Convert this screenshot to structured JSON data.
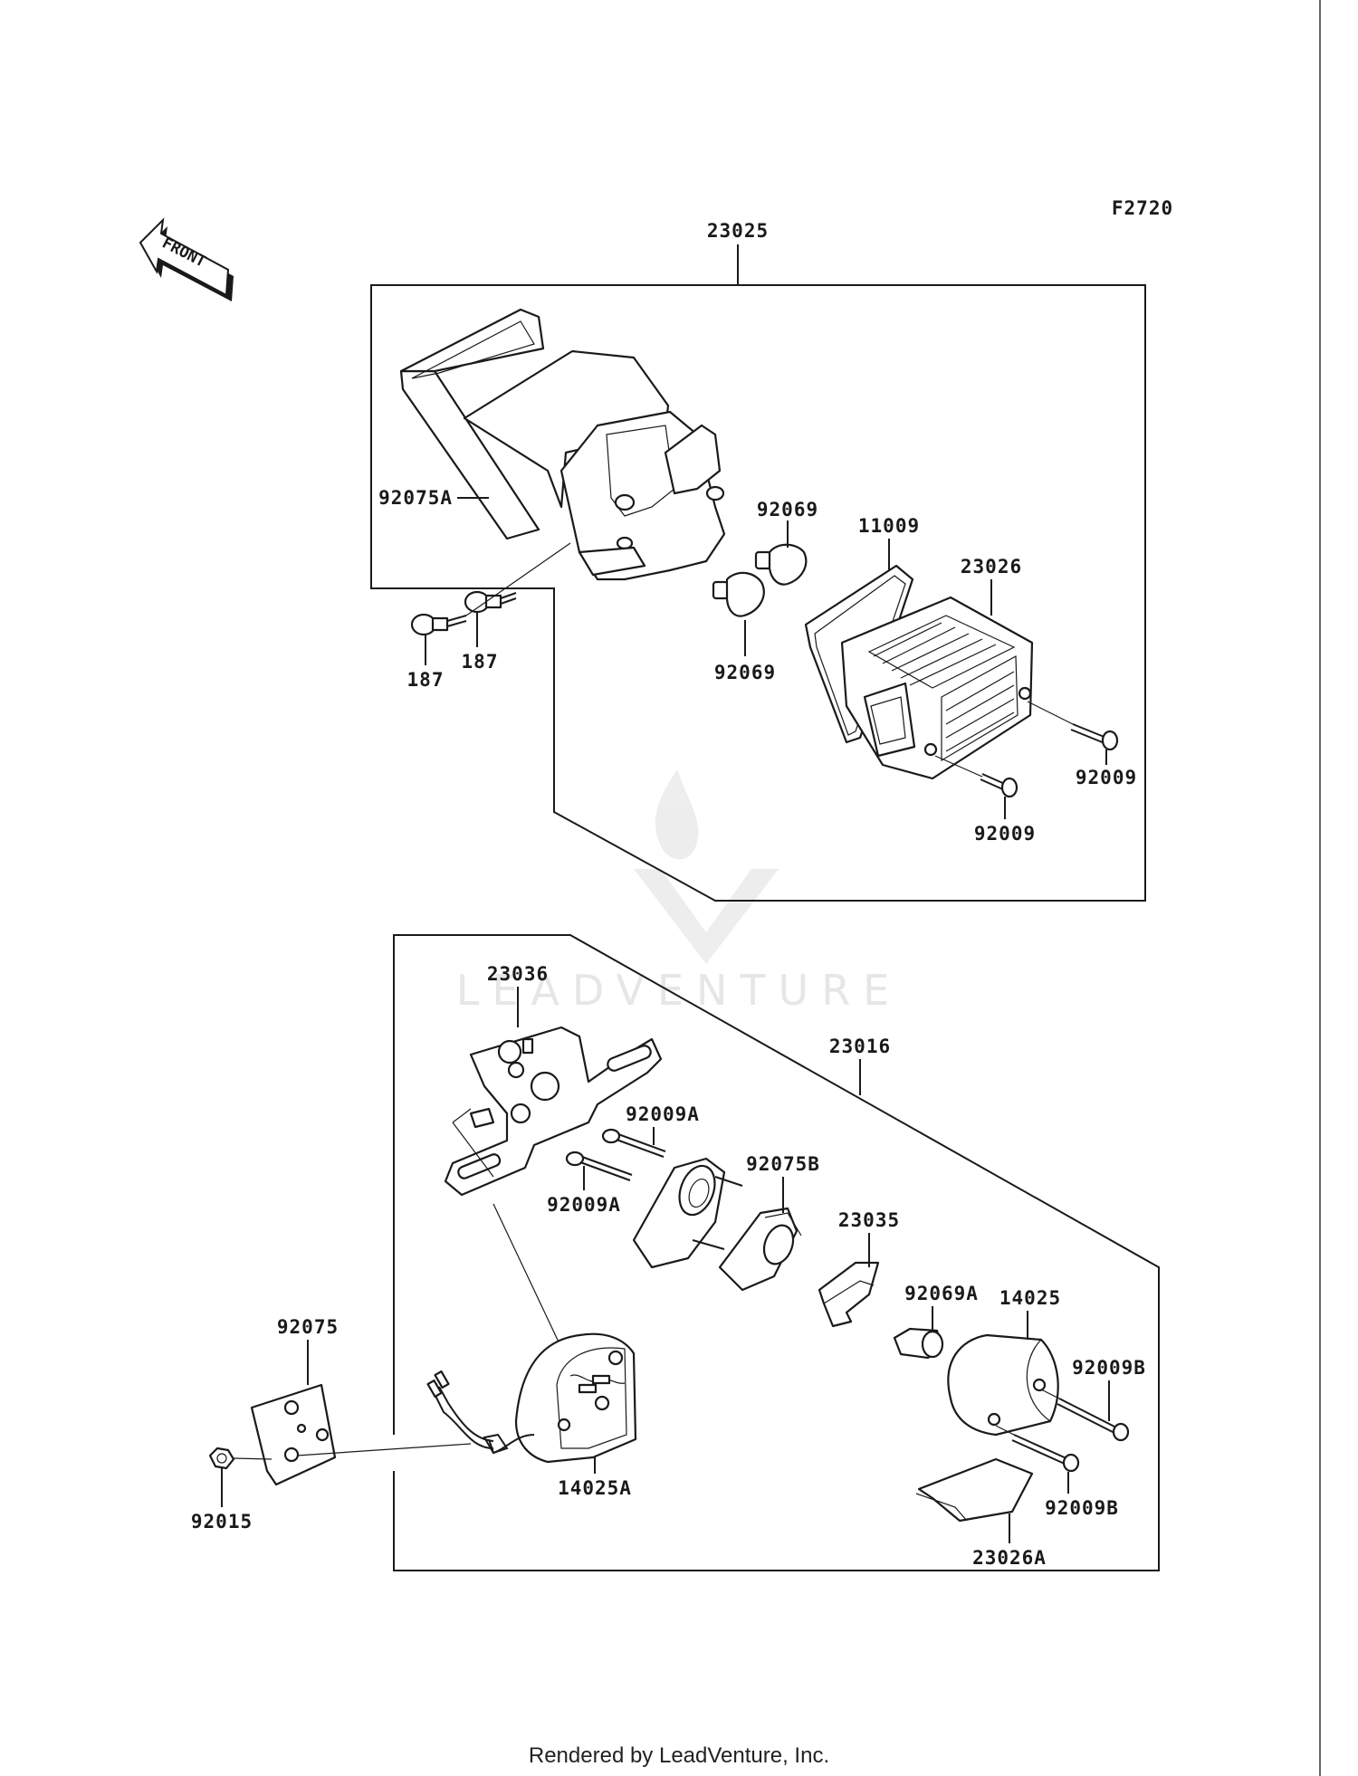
{
  "figure_code": "F2720",
  "front_label": "FRONT",
  "watermark": "LEADVENTURE",
  "credit": "Rendered by LeadVenture, Inc.",
  "labels": {
    "l23025": "23025",
    "l92075A": "92075A",
    "l92069_top": "92069",
    "l11009": "11009",
    "l23026": "23026",
    "l187_left": "187",
    "l187_right": "187",
    "l92069_bottom": "92069",
    "l92009_right": "92009",
    "l92009_bottom": "92009",
    "l23036": "23036",
    "l23016": "23016",
    "l92009A_top": "92009A",
    "l92075B": "92075B",
    "l92009A_bottom": "92009A",
    "l23035": "23035",
    "l92069A": "92069A",
    "l14025": "14025",
    "l92075": "92075",
    "l92009B_top": "92009B",
    "l14025A": "14025A",
    "l92015": "92015",
    "l92009B_bottom": "92009B",
    "l23026A": "23026A"
  }
}
